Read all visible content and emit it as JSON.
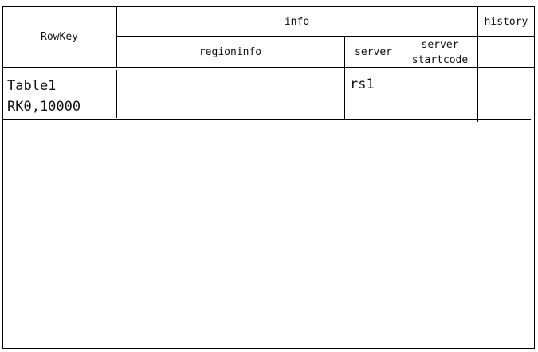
{
  "table": {
    "header": {
      "rowkey": "RowKey",
      "info": "info",
      "history": "history",
      "regioninfo": "regioninfo",
      "server": "server",
      "server_startcode_line1": "server",
      "server_startcode_line2": "startcode"
    },
    "row": {
      "rowkey_line1": "Table1",
      "rowkey_line2": "RK0,10000",
      "regioninfo": "",
      "server": "rs1",
      "server_startcode": "",
      "history": ""
    }
  }
}
